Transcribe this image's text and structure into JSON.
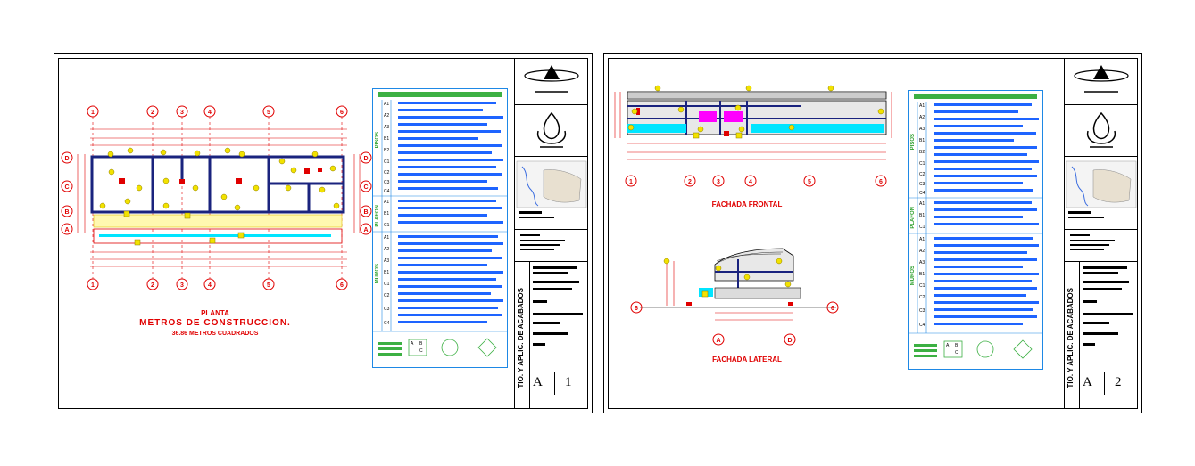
{
  "sheets": [
    {
      "id": "sheet1",
      "drawing": {
        "title": "PLANTA",
        "subtitle": "METROS DE CONSTRUCCION.",
        "area": "36.86 METROS CUADRADOS"
      },
      "axes_top": [
        "1",
        "2",
        "3",
        "4",
        "5",
        "6"
      ],
      "axes_side": [
        "D",
        "C",
        "B",
        "A"
      ],
      "legend_groups": [
        "PISOS",
        "PLAFON",
        "MUROS"
      ],
      "sheet_letter": "A",
      "sheet_number": "1",
      "vertical_title": "TIO. Y APLIC. DE ACABADOS"
    },
    {
      "id": "sheet2",
      "drawing": {
        "front_title": "FACHADA FRONTAL",
        "side_title": "FACHADA LATERAL"
      },
      "axes_top": [
        "1",
        "2",
        "3",
        "4",
        "5",
        "6"
      ],
      "axes_side": [
        "A",
        "D"
      ],
      "legend_groups": [
        "PISOS",
        "PLAFON",
        "MUROS"
      ],
      "sheet_letter": "A",
      "sheet_number": "2",
      "vertical_title": "TIO. Y APLIC. DE ACABADOS"
    }
  ],
  "legend_codes": {
    "pisos": [
      "A1",
      "A2",
      "A3",
      "B1",
      "B2",
      "C1",
      "C2",
      "C3",
      "C4"
    ],
    "plafon": [
      "A1",
      "B1",
      "C1"
    ],
    "muros": [
      "A1",
      "A2",
      "A3",
      "B1",
      "C1",
      "C2",
      "C3",
      "C4"
    ]
  },
  "legend_symbol_letters": [
    "A",
    "B",
    "C"
  ],
  "colors": {
    "red": "#e00000",
    "blue": "#1e64ff",
    "green": "#3cb043",
    "yellow": "#f2e200",
    "cyan": "#00e5ff",
    "magenta": "#ff00ff"
  }
}
